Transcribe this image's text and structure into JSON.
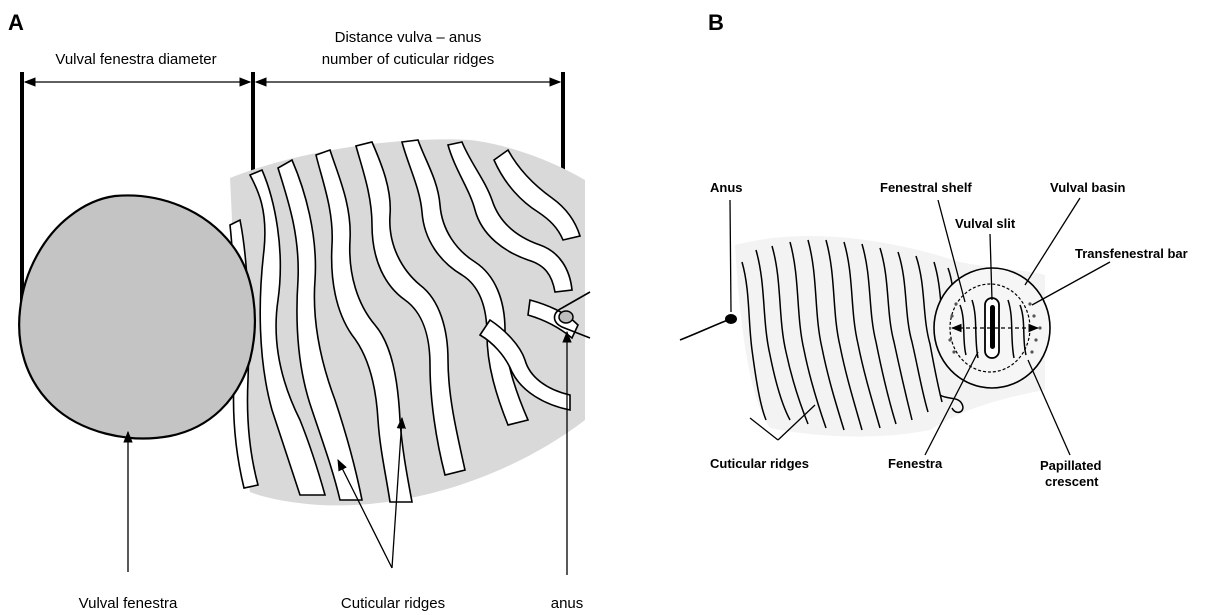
{
  "panel_a": {
    "letter": "A",
    "dim_diameter": "Vulval fenestra diameter",
    "dim_distance_line1": "Distance vulva – anus",
    "dim_distance_line2": "number of cuticular ridges",
    "label_fenestra": "Vulval fenestra",
    "label_ridges": "Cuticular ridges",
    "label_anus": "anus"
  },
  "panel_b": {
    "letter": "B",
    "label_anus": "Anus",
    "label_fenestral_shelf": "Fenestral shelf",
    "label_vulval_basin": "Vulval basin",
    "label_vulval_slit": "Vulval slit",
    "label_transfenestral_bar": "Transfenestral bar",
    "label_cuticular_ridges": "Cuticular ridges",
    "label_fenestra": "Fenestra",
    "label_papillated_line1": "Papillated",
    "label_papillated_line2": "crescent"
  },
  "colors": {
    "fill_gray": "#d9d9d9",
    "fenestra_gray": "#c4c4c4",
    "ink": "#000000"
  }
}
